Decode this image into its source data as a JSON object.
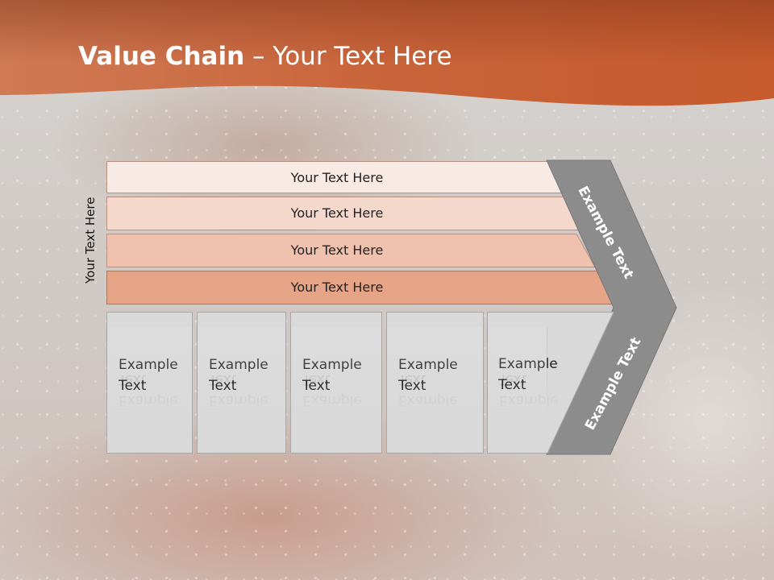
{
  "slide": {
    "title_bold": "Value Chain",
    "title_rest": " – Your Text Here",
    "side_label": "Your Text Here",
    "bands": [
      "Your Text Here",
      "Your Text Here",
      "Your Text Here",
      "Your Text Here"
    ],
    "boxes": [
      [
        "Example",
        "Text"
      ],
      [
        "Example",
        "Text"
      ],
      [
        "Example",
        "Text"
      ],
      [
        "Example",
        "Text"
      ],
      [
        "Example",
        "Text"
      ]
    ],
    "chevron_upper": "Example Text",
    "chevron_lower": "Example Text"
  },
  "colors": {
    "header_orange": "#c9643a",
    "band1": "#f8ebe6",
    "band2": "#f5d8cc",
    "band3": "#f0c1ae",
    "band4": "#e5a486",
    "chevron": "#8c8c8c",
    "box": "#d9d9d9"
  }
}
